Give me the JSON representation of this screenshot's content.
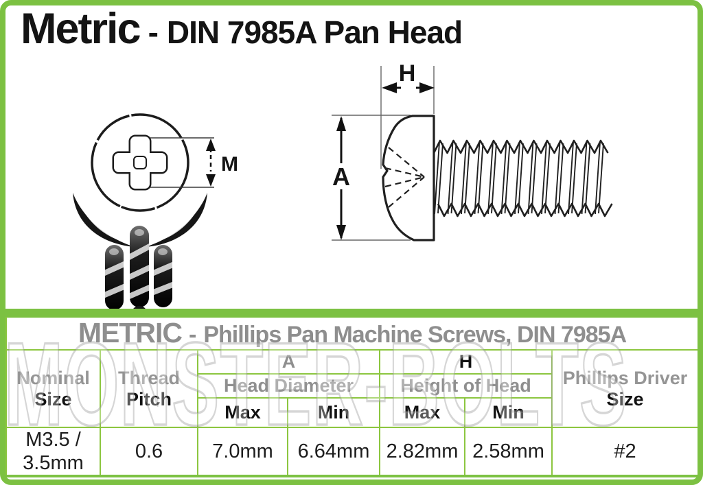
{
  "page_title": {
    "primary": "Metric",
    "separator": "-",
    "secondary": "DIN 7985A Pan Head"
  },
  "diagram": {
    "labels": {
      "recess_width": "M",
      "head_height": "H",
      "head_diameter": "A"
    }
  },
  "watermark": "MONSTER-BOLTS",
  "colors": {
    "accent_green": "#7CC142",
    "grid_green": "#8CC63F",
    "title_gray": "#8E8E8E",
    "line_black": "#1C1C1C"
  },
  "table": {
    "title": {
      "primary": "METRIC",
      "separator": "-",
      "secondary": "Phillips Pan Machine Screws, DIN 7985A"
    },
    "headers": {
      "nominal_size": {
        "line1": "Nominal",
        "line2": "Size"
      },
      "thread_pitch": {
        "line1": "Thread",
        "line2": "Pitch"
      },
      "group_a": {
        "letter": "A",
        "name": "Head Diameter",
        "max": "Max",
        "min": "Min"
      },
      "group_h": {
        "letter": "H",
        "name": "Height of Head",
        "max": "Max",
        "min": "Min"
      },
      "phillips_driver": {
        "line1": "Phillips Driver",
        "line2": "Size"
      }
    },
    "rows": [
      {
        "nominal_size": "M3.5 /\n3.5mm",
        "thread_pitch": "0.6",
        "head_diameter_max": "7.0mm",
        "head_diameter_min": "6.64mm",
        "head_height_max": "2.82mm",
        "head_height_min": "2.58mm",
        "phillips_driver_size": "#2"
      }
    ]
  }
}
